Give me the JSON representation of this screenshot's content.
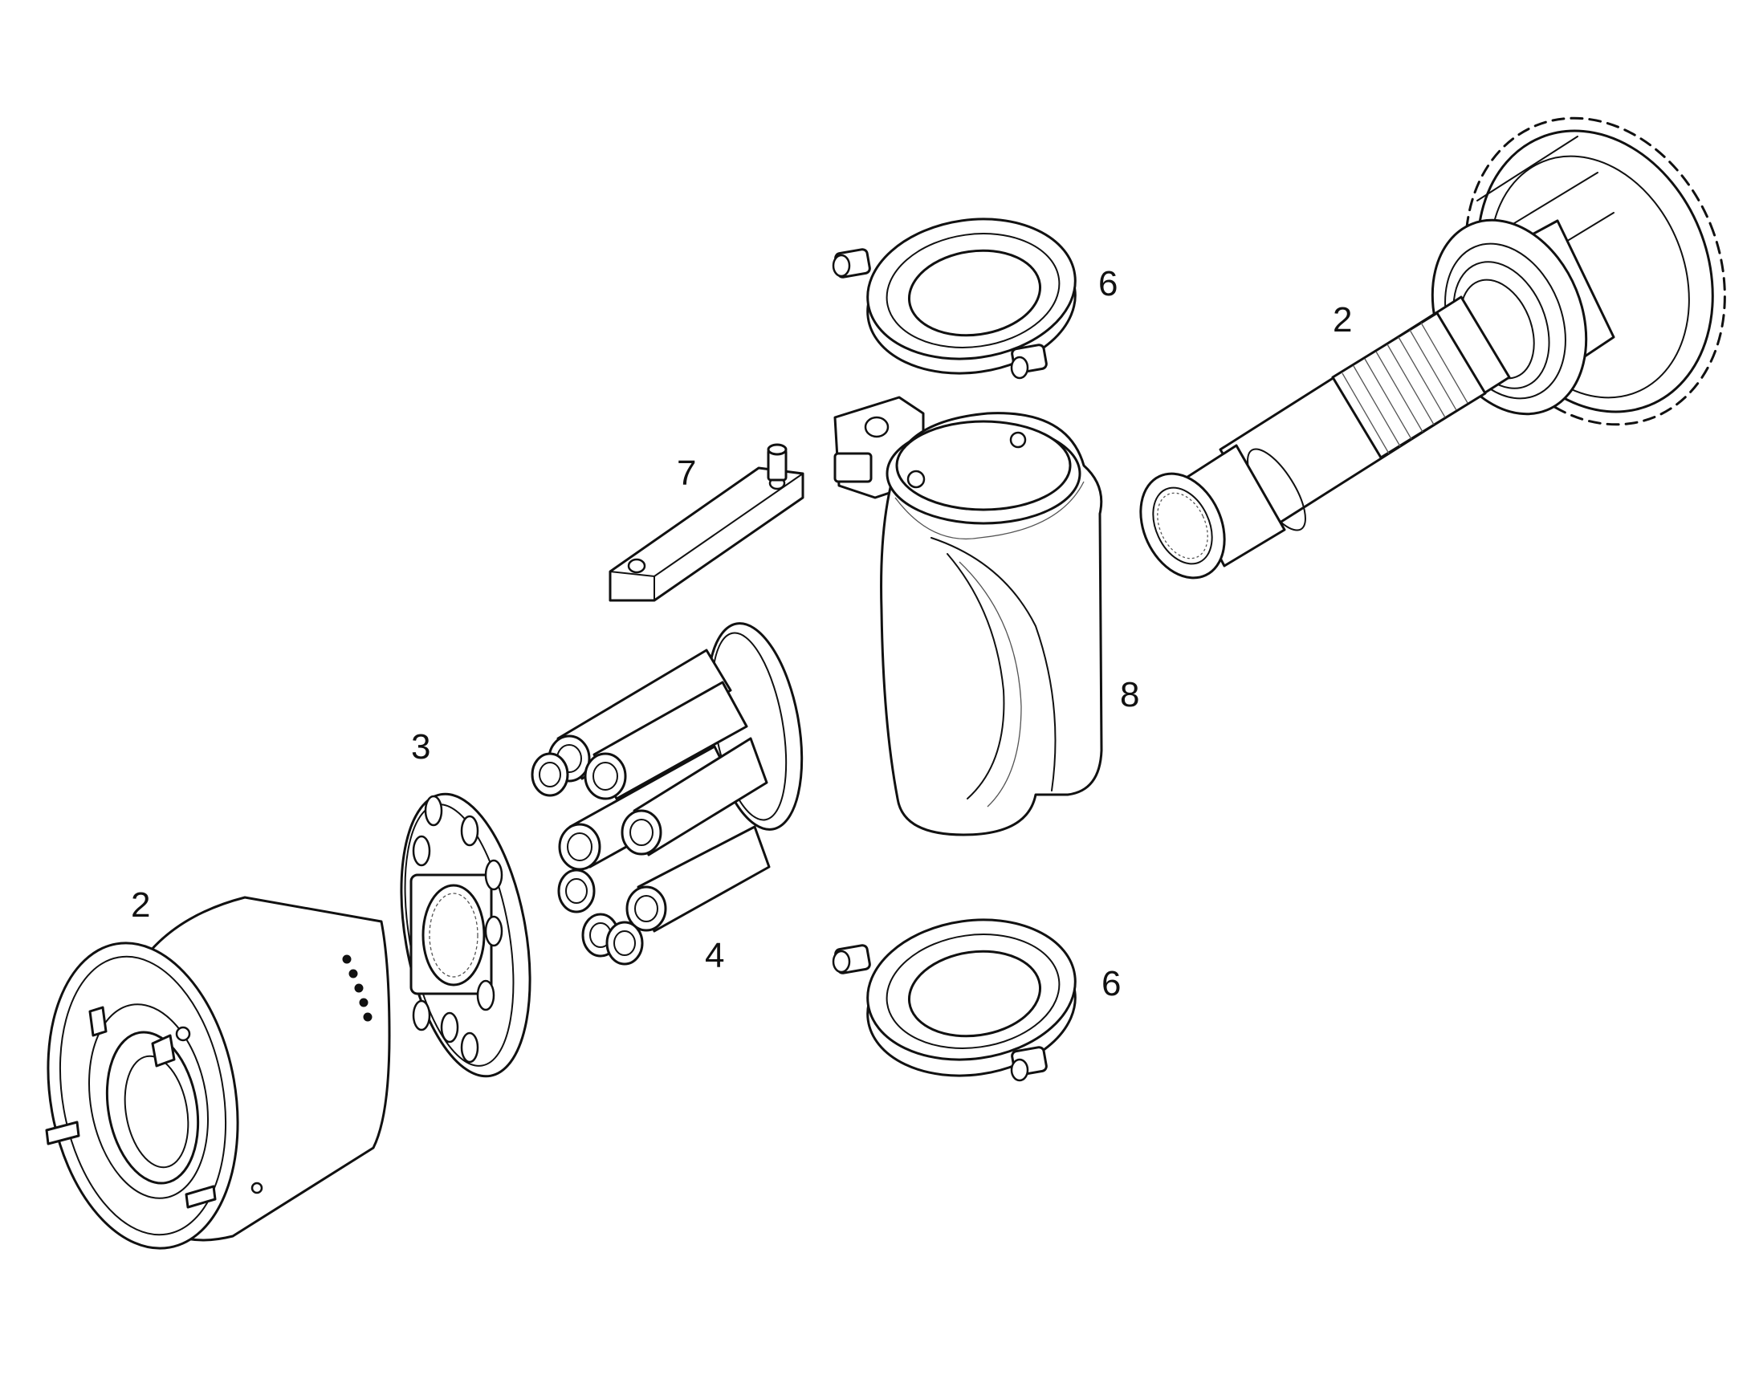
{
  "callouts": {
    "bearing_top": "6",
    "drive_shaft": "2",
    "lever": "7",
    "yoke": "8",
    "valve_plate": "3",
    "pistons": "4",
    "cylinder_block": "2",
    "bearing_bottom": "6"
  },
  "colors": {
    "line": "#111111",
    "background": "#ffffff"
  }
}
